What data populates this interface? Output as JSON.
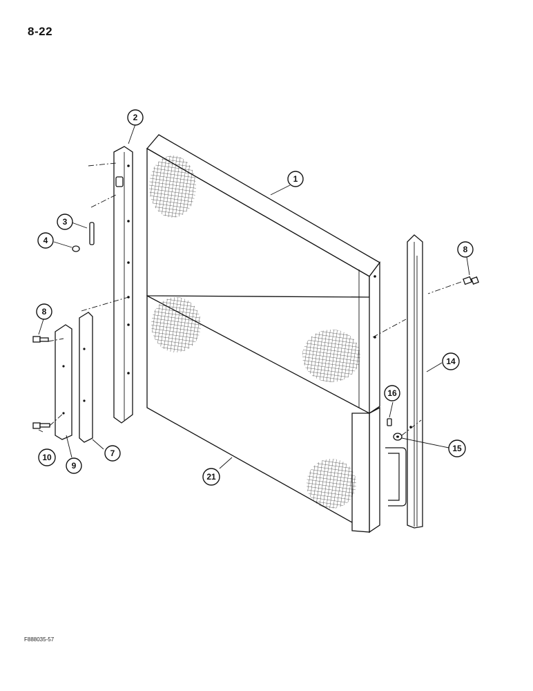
{
  "page": {
    "number": "8-22",
    "figure_code": "F888035-57"
  },
  "callouts": [
    {
      "id": "callout-1",
      "label": "1"
    },
    {
      "id": "callout-2",
      "label": "2"
    },
    {
      "id": "callout-3",
      "label": "3"
    },
    {
      "id": "callout-4",
      "label": "4"
    },
    {
      "id": "callout-8-left",
      "label": "8"
    },
    {
      "id": "callout-8-right",
      "label": "8"
    },
    {
      "id": "callout-7",
      "label": "7"
    },
    {
      "id": "callout-9",
      "label": "9"
    },
    {
      "id": "callout-10",
      "label": "10"
    },
    {
      "id": "callout-14",
      "label": "14"
    },
    {
      "id": "callout-15",
      "label": "15"
    },
    {
      "id": "callout-16",
      "label": "16"
    },
    {
      "id": "callout-21",
      "label": "21"
    }
  ]
}
